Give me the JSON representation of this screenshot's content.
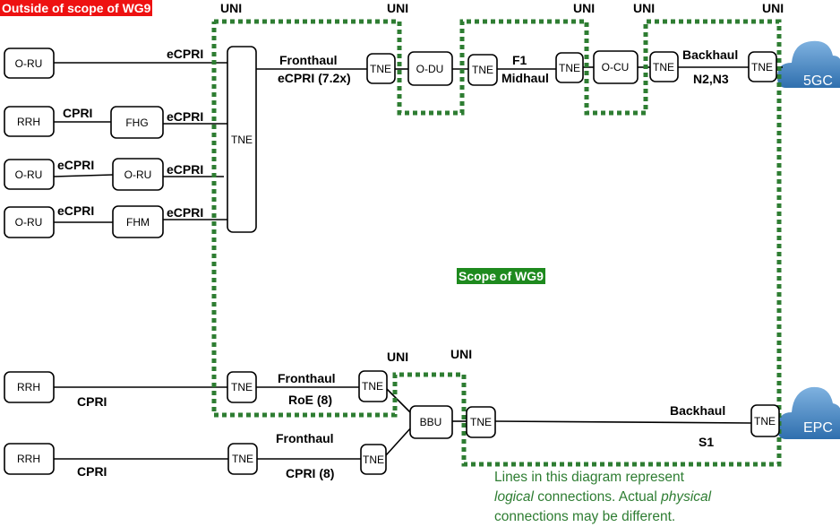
{
  "tags": {
    "outside_scope": "Outside of scope of WG9",
    "scope": "Scope of WG9"
  },
  "nodes": {
    "oru_1": "O-RU",
    "rrh_1": "RRH",
    "fhg": "FHG",
    "oru_3": "O-RU",
    "oru_3b": "O-RU",
    "oru_4": "O-RU",
    "fhm": "FHM",
    "tne_main": "TNE",
    "tne_a": "TNE",
    "odu": "O-DU",
    "tne_b": "TNE",
    "tne_c": "TNE",
    "ocu": "O-CU",
    "tne_d": "TNE",
    "tne_e": "TNE",
    "rrh_2": "RRH",
    "tne_f": "TNE",
    "tne_g": "TNE",
    "bbu": "BBU",
    "tne_h": "TNE",
    "tne_epc": "TNE",
    "rrh_3": "RRH",
    "tne_i": "TNE",
    "tne_j": "TNE"
  },
  "clouds": {
    "fivegc": "5GC",
    "epc": "EPC"
  },
  "links": {
    "ecpri_1": "eCPRI",
    "cpri_2": "CPRI",
    "ecpri_2": "eCPRI",
    "ecpri_3a": "eCPRI",
    "ecpri_3b": "eCPRI",
    "ecpri_4a": "eCPRI",
    "ecpri_4b": "eCPRI",
    "fronthaul_top": "Fronthaul",
    "ecpri_72": "eCPRI (7.2x)",
    "f1": "F1",
    "midhaul": "Midhaul",
    "backhaul_top": "Backhaul",
    "n2n3": "N2,N3",
    "fronthaul_roe": "Fronthaul",
    "roe": "RoE (8)",
    "cpri_rrh2": "CPRI",
    "backhaul_bottom": "Backhaul",
    "s1": "S1",
    "fronthaul_cpri": "Fronthaul",
    "cpri8": "CPRI (8)",
    "cpri_rrh3": "CPRI"
  },
  "uni_labels": [
    "UNI",
    "UNI",
    "UNI",
    "UNI",
    "UNI",
    "UNI",
    "UNI"
  ],
  "note": {
    "l1": "Lines in this diagram represent",
    "l2_italic": "logical",
    "l2_rest": " connections. Actual ",
    "l2_italic2": "physical",
    "l3": "connections may be different."
  },
  "colors": {
    "scope_green": "#2e7d32",
    "tag_red": "#ee1111",
    "tag_green": "#1e8a1e",
    "cloud_blue": "#4d8fc9"
  }
}
